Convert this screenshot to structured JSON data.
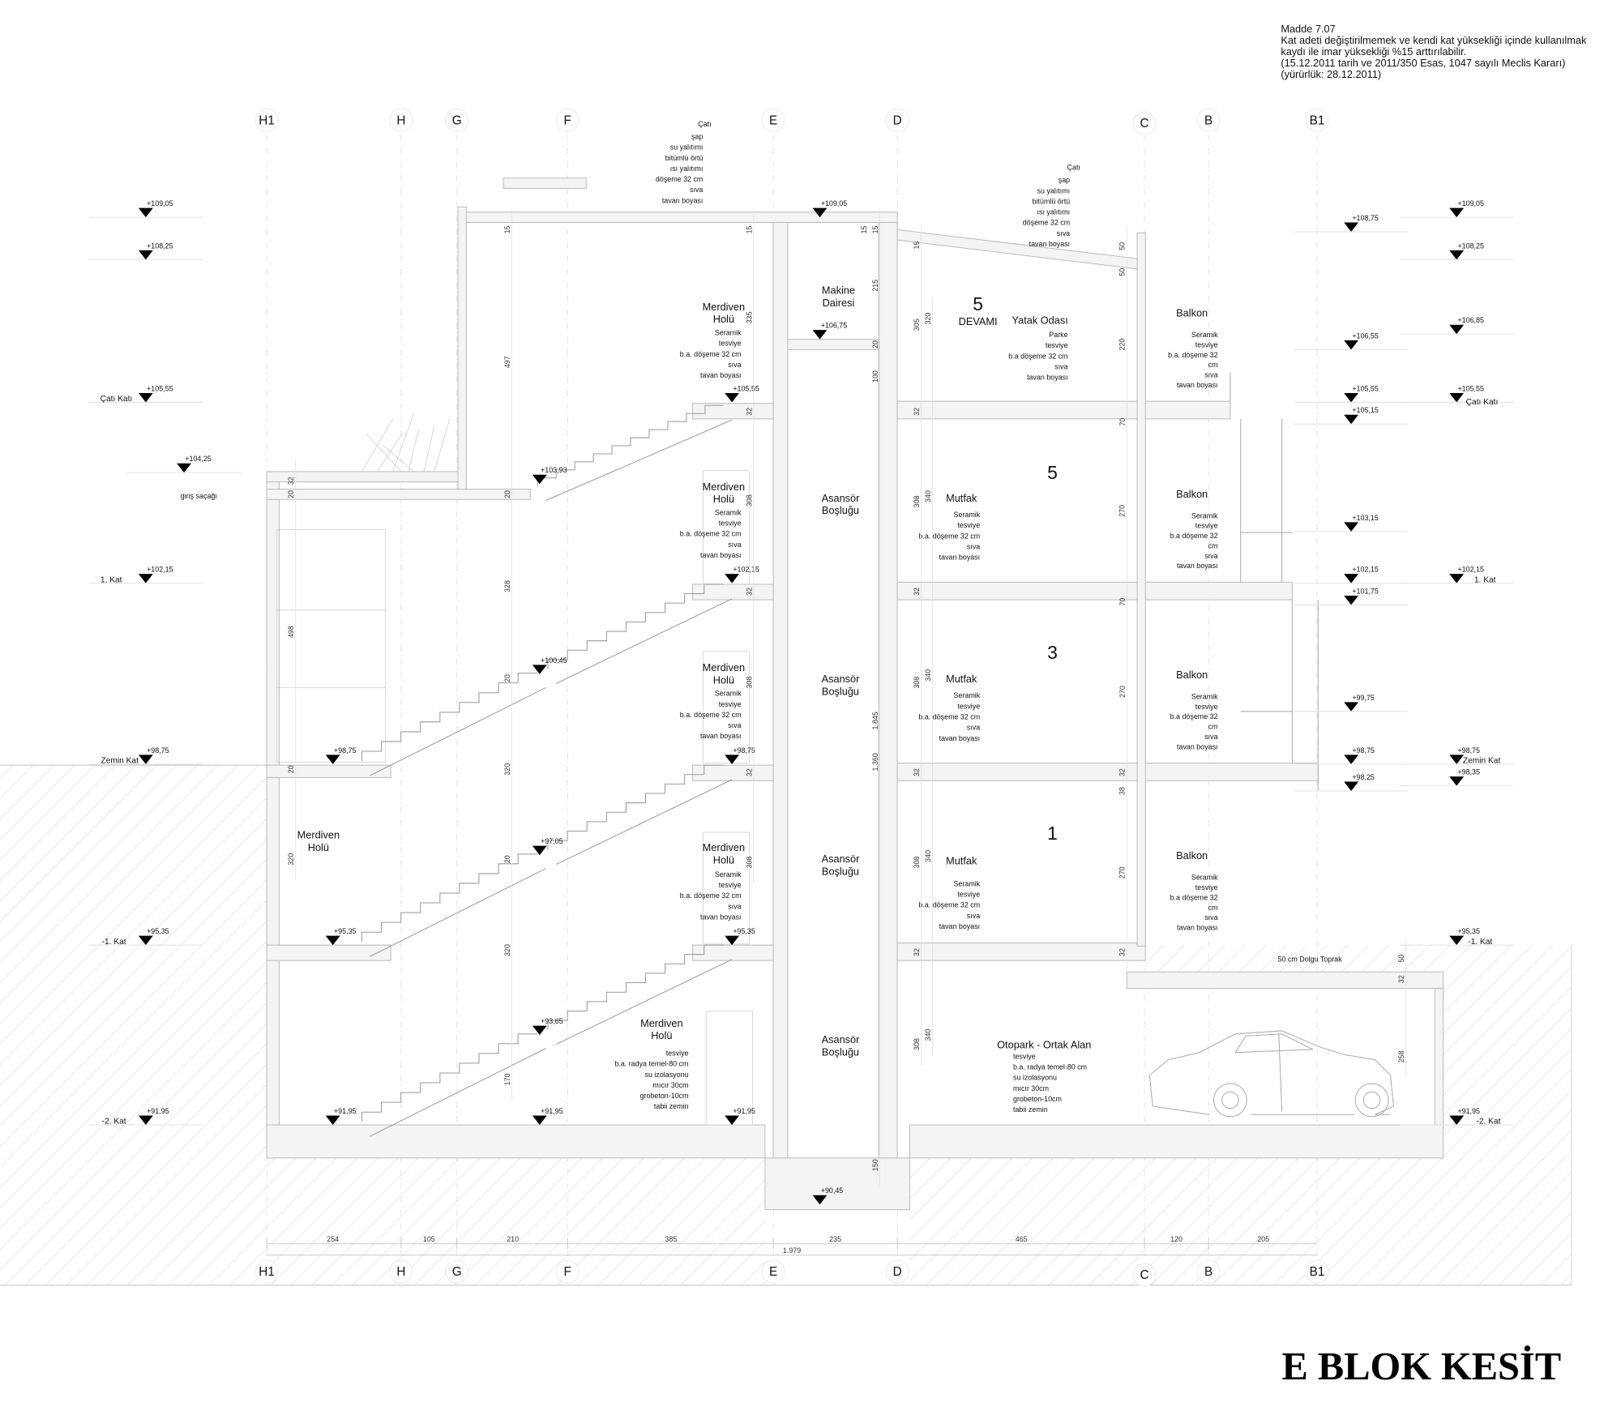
{
  "note": {
    "title": "Madde 7.07",
    "lines": [
      "Kat adeti değiştirilmemek ve  kendi  kat  yüksekliği  içinde kullanılmak",
      "kaydı  ile  imar  yüksekliği  %15  arttırılabilir.",
      "(15.12.2011 tarih ve 2011/350 Esas, 1047 sayılı Meclis Kararı)",
      "(yürürlük: 28.12.2011)"
    ]
  },
  "sheet_title": "E BLOK KESİT",
  "axes": [
    "H1",
    "H",
    "G",
    "F",
    "E",
    "D",
    "C",
    "B",
    "B1"
  ],
  "floor_labels": {
    "roof": "Çatı Katı",
    "first": "1. Kat",
    "ground": "Zemin Kat",
    "basement1": "-1. Kat",
    "basement2": "-2. Kat"
  },
  "eaves_label": "giriş saçağı",
  "elevations": [
    "+109,05",
    "+108,25",
    "+105,55",
    "+104,25",
    "+102,15",
    "+98,75",
    "+95,35",
    "+91,95",
    "+103,93",
    "+105,55",
    "+102,15",
    "+100,45",
    "+98,75",
    "+98,75",
    "+97,05",
    "+95,35",
    "+95,35",
    "+93,65",
    "+91,95",
    "+91,95",
    "+91,95",
    "+109,05",
    "+106,75",
    "+90,45",
    "+108,75",
    "+106,55",
    "+105,55",
    "+105,15",
    "+103,15",
    "+102,15",
    "+101,75",
    "+99,75",
    "+98,75",
    "+98,25",
    "+109,05",
    "+108,25",
    "+106,85",
    "+105,55",
    "+102,15",
    "+98,75",
    "+98,35",
    "+95,35",
    "+91,95"
  ],
  "roof_layers": [
    "Çatı",
    "şap",
    "su yalıtımı",
    "bitümlü örtü",
    "ısı yalıtımı",
    "döşeme 32 cm",
    "sıva",
    "tavan boyası"
  ],
  "rooms": {
    "stair_hall_title": [
      "Merdiven",
      "Holü"
    ],
    "stair_hall_layers": [
      "Seramik",
      "tesviye",
      "b.a. döşeme 32 cm",
      "sıva",
      "tavan boyası"
    ],
    "foundation_layers": [
      "tesviye",
      "b.a. radya temel-80 cm",
      "su izolasyonu",
      "mıcır 30cm",
      "grobeton-10cm",
      "tabii zemin"
    ],
    "machine_room": [
      "Makine",
      "Dairesi"
    ],
    "elevator_shaft": [
      "Asansör",
      "Boşluğu"
    ],
    "bedroom": "Yatak Odası",
    "bedroom_layers": [
      "Parke",
      "tesviye",
      "b.a döşeme 32 cm",
      "sıva",
      "tavan boyası"
    ],
    "kitchen": "Mutfak",
    "kitchen_layers": [
      "Seramik",
      "tesviye",
      "b.a. döşeme 32 cm",
      "sıva",
      "tavan boyası"
    ],
    "balcony": "Balkon",
    "balcony_layers": [
      "Seramik",
      "tesviye",
      "b.a. döşeme 32",
      "cm",
      "sıva",
      "tavan boyası"
    ],
    "balcony_layers_alt": [
      "Seramik",
      "tesviye",
      "b.a döşeme 32",
      "cm",
      "sıva",
      "tavan boyası"
    ],
    "parking": "Otopark - Ortak Alan",
    "fill_soil": "50 cm Dolgu Toprak"
  },
  "floor_numbers": {
    "top": "5",
    "top_suffix": "DEVAMI",
    "f5": "5",
    "f3": "3",
    "f1": "1"
  },
  "dimensions": {
    "horizontal": [
      "254",
      "105",
      "210",
      "385",
      "235",
      "465",
      "120",
      "205"
    ],
    "total": "1.979",
    "col_h": [
      "32",
      "20",
      "498",
      "20",
      "320"
    ],
    "col_g": [
      "15",
      "497",
      "20",
      "328",
      "20",
      "320",
      "20",
      "320",
      "170"
    ],
    "col_e": [
      "15",
      "335",
      "32",
      "308",
      "32",
      "308",
      "32",
      "308"
    ],
    "col_core": [
      "15",
      "15",
      "215",
      "20",
      "100",
      "1.845",
      "1.360",
      "150"
    ],
    "col_d": [
      "15",
      "305",
      "32",
      "308",
      "32",
      "308",
      "32",
      "308",
      "32",
      "308"
    ],
    "col_d2": [
      "320",
      "340",
      "340",
      "340",
      "340"
    ],
    "col_c": [
      "50",
      "50",
      "220",
      "70",
      "270",
      "70",
      "270",
      "32",
      "38",
      "270",
      "32"
    ],
    "col_b1": [
      "50",
      "32",
      "258"
    ]
  }
}
